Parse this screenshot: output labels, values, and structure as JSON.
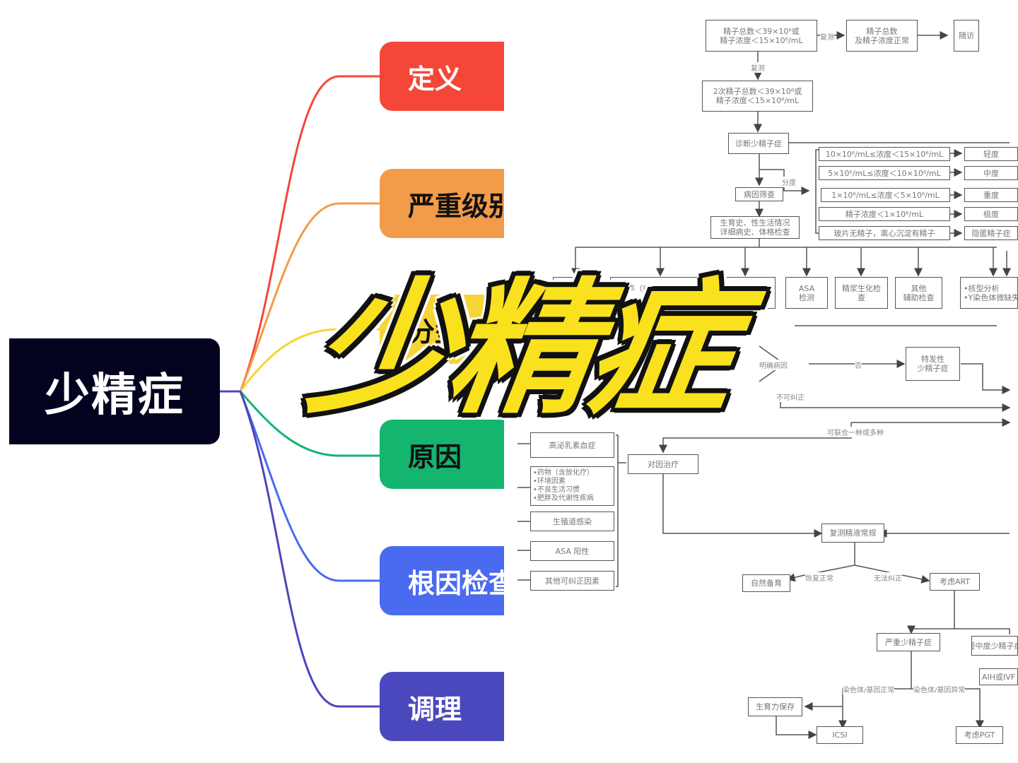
{
  "mindmap": {
    "root": "少精症",
    "branches": [
      {
        "label": "定义",
        "color": "#f4473a",
        "text_color": "#ffffff"
      },
      {
        "label": "严重级别",
        "color": "#f29c4a",
        "text_color": "#111111"
      },
      {
        "label": "分型",
        "color": "#f5d535",
        "text_color": "#111111"
      },
      {
        "label": "原因",
        "color": "#14b56f",
        "text_color": "#111111"
      },
      {
        "label": "根因检查",
        "color": "#4a6af0",
        "text_color": "#ffffff"
      },
      {
        "label": "调理",
        "color": "#4b47bd",
        "text_color": "#ffffff"
      }
    ],
    "root_color": "#03021f"
  },
  "overlay_title": "少精症",
  "overlay_color": "#f9e11e",
  "flowchart": {
    "boxes": {
      "b1": "精子总数＜39×10⁶或\n精子浓度＜15×10⁶/mL",
      "b2": "精子总数\n及精子浓度正常",
      "b3": "随访",
      "b4": "2次精子总数＜39×10⁶或\n精子浓度＜15×10⁶/mL",
      "b5": "诊断少精子症",
      "b6": "病因筛查",
      "b7": "生育史、性生活情况\n详细病史、体格检查",
      "s1": "10×10⁶/mL≤浓度＜15×10⁶/mL",
      "s2": "5×10⁶/mL≤浓度＜10×10⁶/mL",
      "s3": "1×10⁶/mL≤浓度＜5×10⁶/mL",
      "s4": "精子浓度＜1×10⁶/mL",
      "s5": "玻片无精子，离心沉淀有精子",
      "g1": "轻度",
      "g2": "中度",
      "g3": "重度",
      "g4": "极度",
      "g5": "隐匿精子症",
      "t1": "内分泌",
      "t2": "超声（或其他影像学）\n检查",
      "t3": "精液\n检查",
      "t4": "ASA\n检测",
      "t5": "精浆生化检\n查",
      "t6": "其他\n辅助检查",
      "t7": "•核型分析\n•Y染色体微缺失",
      "idio": "特发性\n少精子症",
      "c1": "高泌乳素血症",
      "c2": "•药物（含放化疗）\n•环境因素\n•不良生活习惯\n•肥胖及代谢性疾病",
      "c3": "生殖道感染",
      "c4": "ASA 阳性",
      "c5": "其他可纠正因素",
      "treat": "对因治疗",
      "recheck": "复测精液常规",
      "natural": "自然备育",
      "art": "考虑ART",
      "severe": "严重少精子症",
      "mild": "轻中度少精子症",
      "aih": "AIH或IVF",
      "preserve": "生育力保存",
      "icsi": "ICSI",
      "pgt": "考虑PGT"
    },
    "labels": {
      "recheck1": "复测",
      "recheck2": "复测",
      "grade": "分度",
      "clear_cause": "明确病因",
      "no": "否",
      "uncorrectable": "不可纠正",
      "combine": "可联合一种或多种",
      "recovered": "恢复正常",
      "cannot_correct": "无法纠正",
      "chrom_normal": "染色体/基因正常",
      "chrom_abnormal": "染色体/基因异常"
    }
  }
}
